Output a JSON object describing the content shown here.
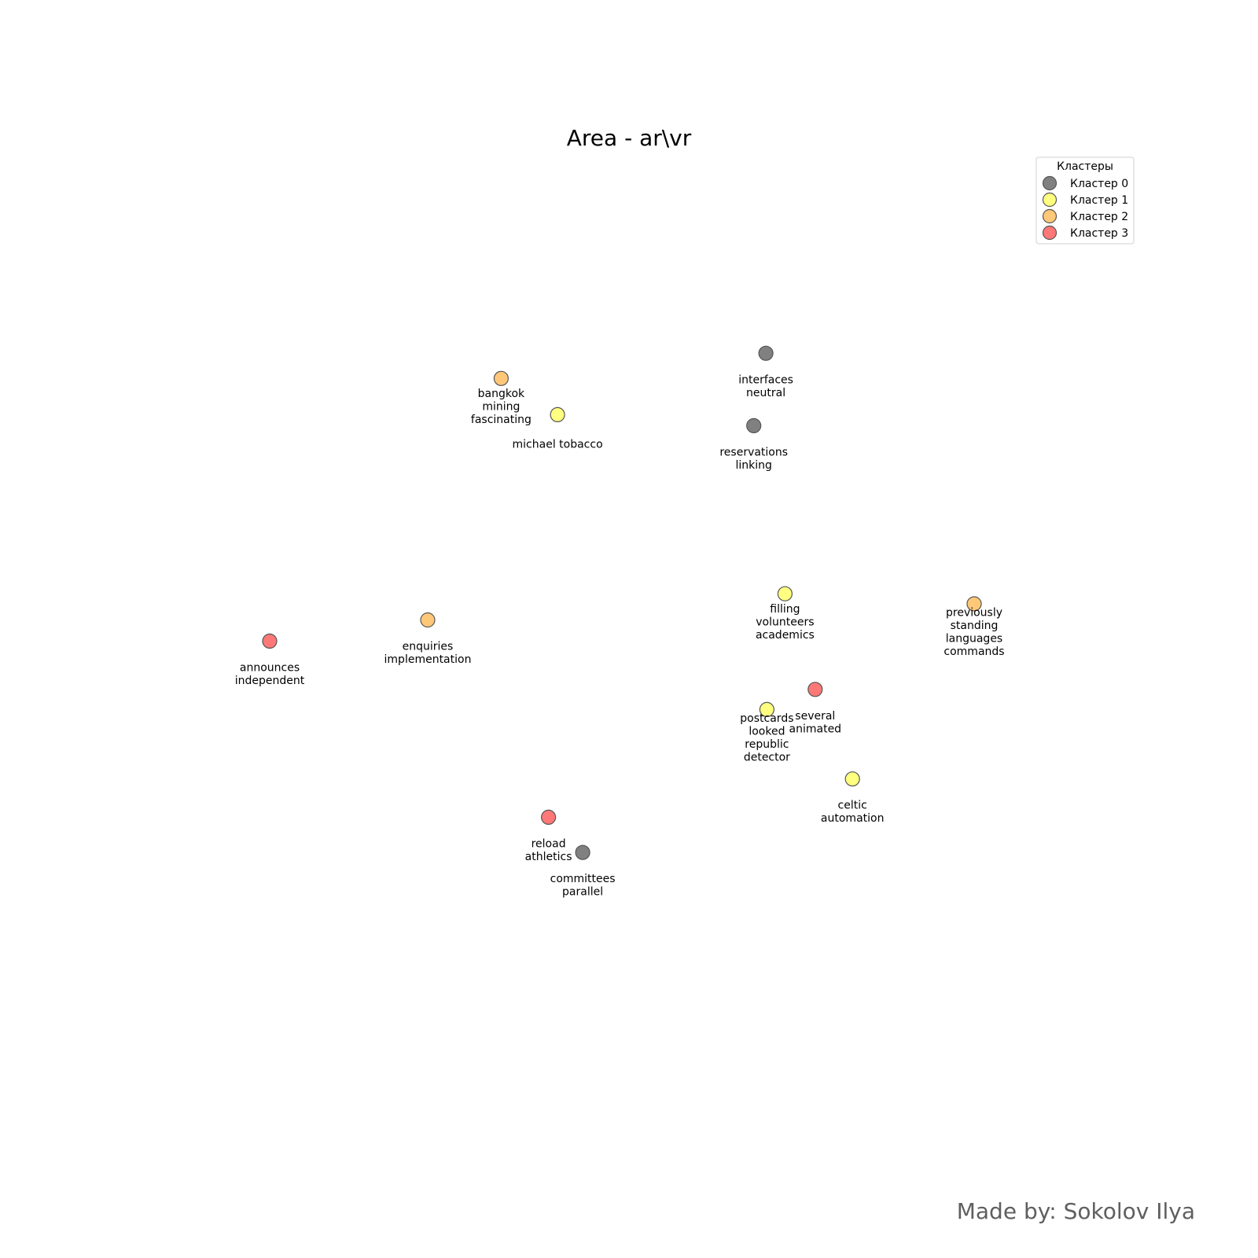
{
  "colors": {
    "cluster_0": "#808080",
    "cluster_1": "#ffff80",
    "cluster_2": "#ffc878",
    "cluster_3": "#ff7878",
    "marker_edge": "#555555"
  },
  "chart_data": {
    "type": "scatter",
    "title": "Area - ar\\vr",
    "xlabel": "",
    "ylabel": "",
    "axes_visible": false,
    "grid": false,
    "legend": {
      "title": "Кластеры",
      "placement": "top-right",
      "entries": [
        "Кластер 0",
        "Кластер 1",
        "Кластер 2",
        "Кластер 3"
      ]
    },
    "xlim": [
      0,
      100
    ],
    "ylim": [
      0,
      100
    ],
    "points": [
      {
        "x": 63.6,
        "y": 77.4,
        "cluster": 0,
        "label": [
          "interfaces",
          "neutral"
        ]
      },
      {
        "x": 62.4,
        "y": 70.2,
        "cluster": 0,
        "label": [
          "reservations",
          "linking"
        ]
      },
      {
        "x": 45.4,
        "y": 27.8,
        "cluster": 0,
        "label": [
          "committees",
          "parallel"
        ]
      },
      {
        "x": 42.9,
        "y": 71.3,
        "cluster": 1,
        "label": [
          "michael tobacco"
        ]
      },
      {
        "x": 65.5,
        "y": 53.5,
        "cluster": 1,
        "label": [
          "filling",
          "volunteers",
          "academics"
        ]
      },
      {
        "x": 63.7,
        "y": 42.0,
        "cluster": 1,
        "label": [
          "postcards",
          "looked",
          "republic",
          "detector"
        ]
      },
      {
        "x": 72.2,
        "y": 35.1,
        "cluster": 1,
        "label": [
          "celtic",
          "automation"
        ]
      },
      {
        "x": 37.3,
        "y": 74.9,
        "cluster": 2,
        "label": [
          "bangkok",
          "mining",
          "fascinating"
        ]
      },
      {
        "x": 30.0,
        "y": 50.9,
        "cluster": 2,
        "label": [
          "enquiries",
          "implementation"
        ]
      },
      {
        "x": 84.3,
        "y": 52.5,
        "cluster": 2,
        "label": [
          "previously",
          "standing",
          "languages",
          "commands"
        ]
      },
      {
        "x": 14.3,
        "y": 48.8,
        "cluster": 3,
        "label": [
          "announces",
          "independent"
        ]
      },
      {
        "x": 68.5,
        "y": 44.0,
        "cluster": 3,
        "label": [
          "several",
          "animated"
        ]
      },
      {
        "x": 42.0,
        "y": 31.3,
        "cluster": 3,
        "label": [
          "reload",
          "athletics"
        ]
      }
    ]
  },
  "footer": {
    "credit": "Made by: Sokolov Ilya"
  }
}
